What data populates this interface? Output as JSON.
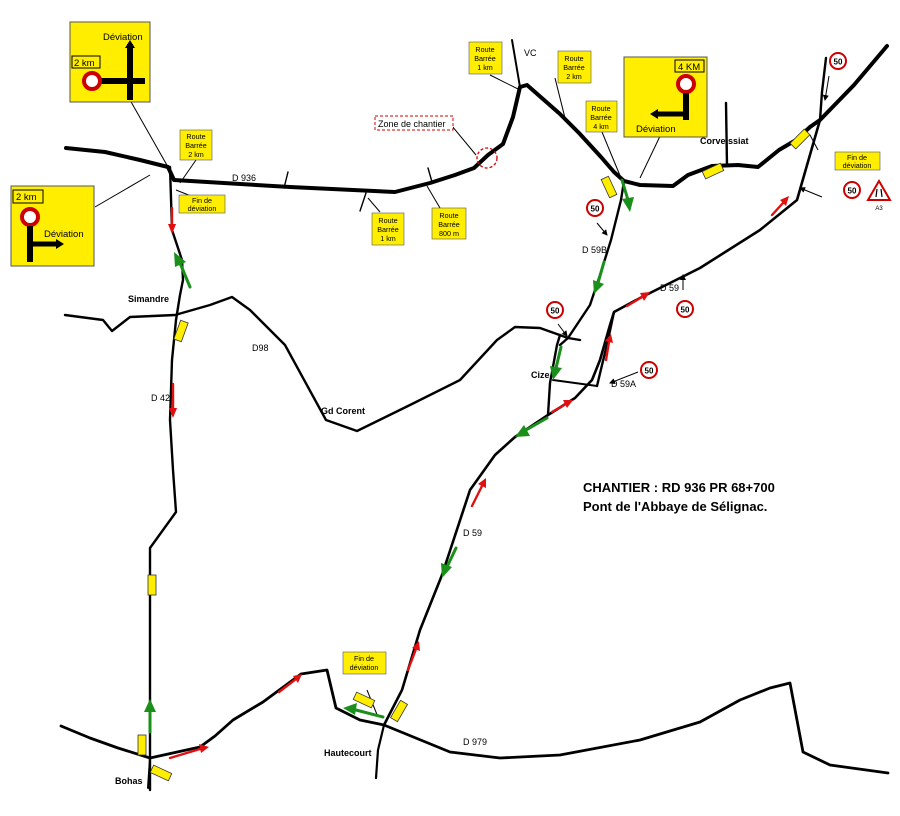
{
  "colors": {
    "road": "#000000",
    "sign_yellow": "#ffee00",
    "arrow_green": "#1a8f1a",
    "arrow_red": "#e01010",
    "limit_red": "#cc0000",
    "zone_dashed": "#d40000"
  },
  "title": {
    "line1": "CHANTIER : RD 936 PR 68+700",
    "line2": "Pont de l'Abbaye de Sélignac."
  },
  "roads": {
    "d936": "D 936",
    "d98": "D98",
    "d42": "D 42",
    "d59": "D 59",
    "d59_north": "D 59",
    "d59a": "D 59A",
    "d59b": "D 59B",
    "d979": "D 979",
    "vc": "VC"
  },
  "places": {
    "simandre": "Simandre",
    "gd_corent": "Gd  Corent",
    "cize": "Cize",
    "corveissiat": "Corveissiat",
    "hautecourt": "Hautecourt",
    "bohas": "Bohas"
  },
  "zone": {
    "label": "Zone de chantier"
  },
  "panels": {
    "topleft": {
      "dist": "2 km",
      "text": "Déviation"
    },
    "left": {
      "dist": "2 km",
      "text": "Déviation"
    },
    "topright": {
      "dist": "4 KM",
      "text": "Déviation"
    }
  },
  "notes": {
    "route_barree_2km_left": [
      "Route",
      "Barrée",
      "2  km"
    ],
    "fin_deviation_left": [
      "Fin de",
      "déviation"
    ],
    "route_barree_1km_a": [
      "Route",
      "Barrée",
      "1 km"
    ],
    "route_barree_800m": [
      "Route",
      "Barrée",
      "800 m"
    ],
    "route_barree_1km_b": [
      "Route",
      "Barrée",
      "1 km"
    ],
    "route_barree_2km_right": [
      "Route",
      "Barrée",
      "2 km"
    ],
    "route_barree_4km": [
      "Route",
      "Barrée",
      "4 km"
    ],
    "fin_deviation_right": [
      "Fin de",
      "déviation"
    ],
    "fin_deviation_bottom": [
      "Fin de",
      "déviation"
    ]
  },
  "limits": {
    "speed": "50",
    "warning_caption": "A3"
  }
}
